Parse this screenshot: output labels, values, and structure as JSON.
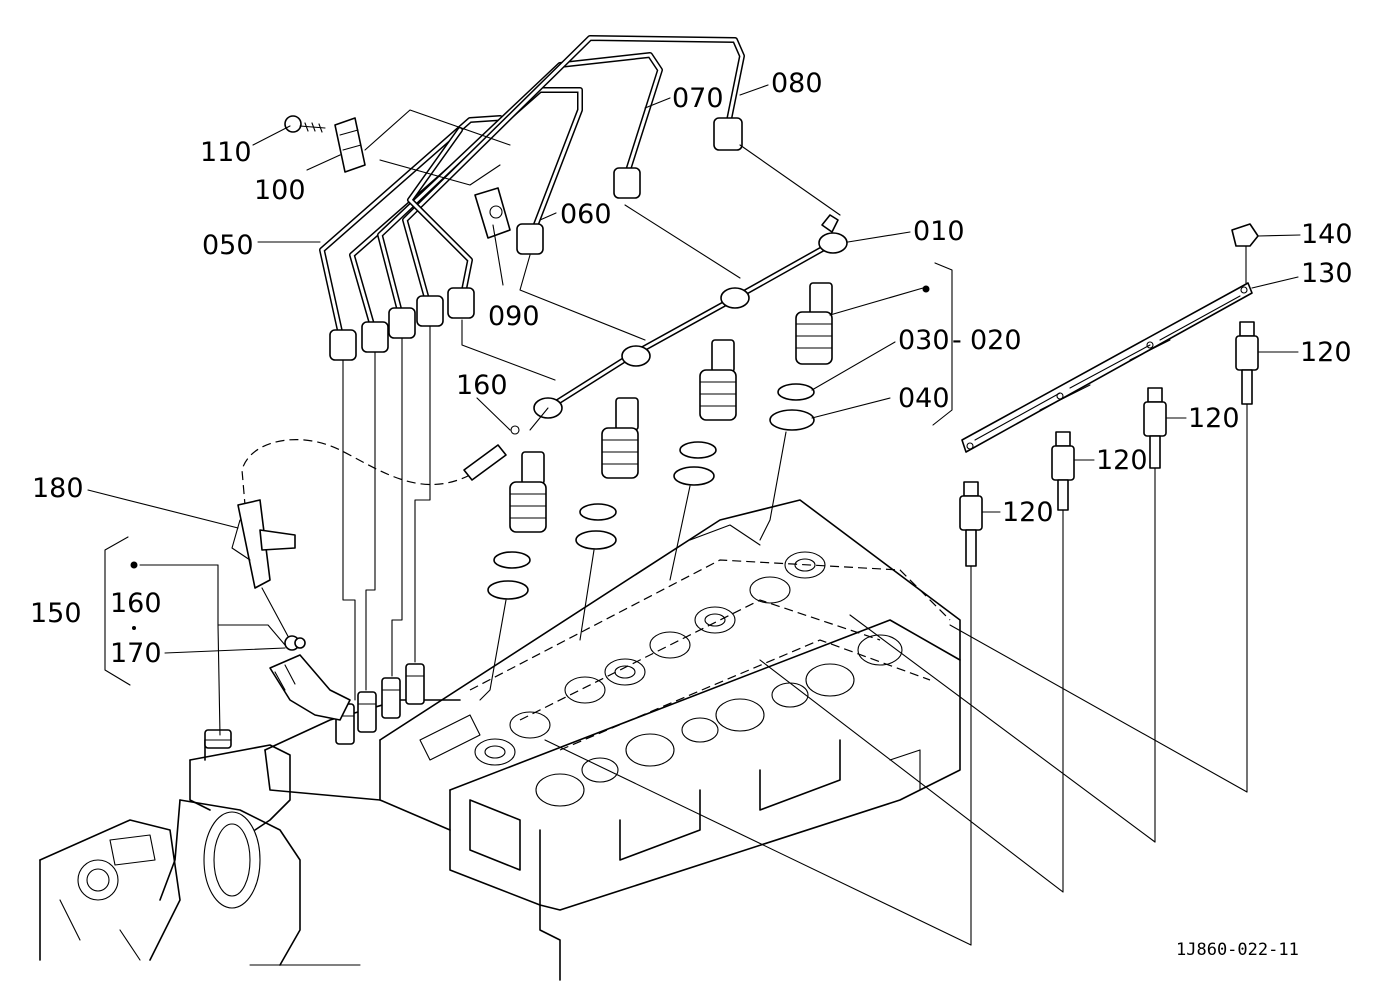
{
  "labels": {
    "p010": "010",
    "p020": "020",
    "p030": "030",
    "p040": "040",
    "p050": "050",
    "p060": "060",
    "p070": "070",
    "p080": "080",
    "p090": "090",
    "p100": "100",
    "p110": "110",
    "p120a": "120",
    "p120b": "120",
    "p120c": "120",
    "p120d": "120",
    "p130": "130",
    "p140": "140",
    "p150": "150",
    "p160a": "160",
    "p160b": "160",
    "p170": "170",
    "p180": "180",
    "dash_030": "030",
    "dash_sep": "-"
  },
  "drawing_code": "1J860-022-11"
}
